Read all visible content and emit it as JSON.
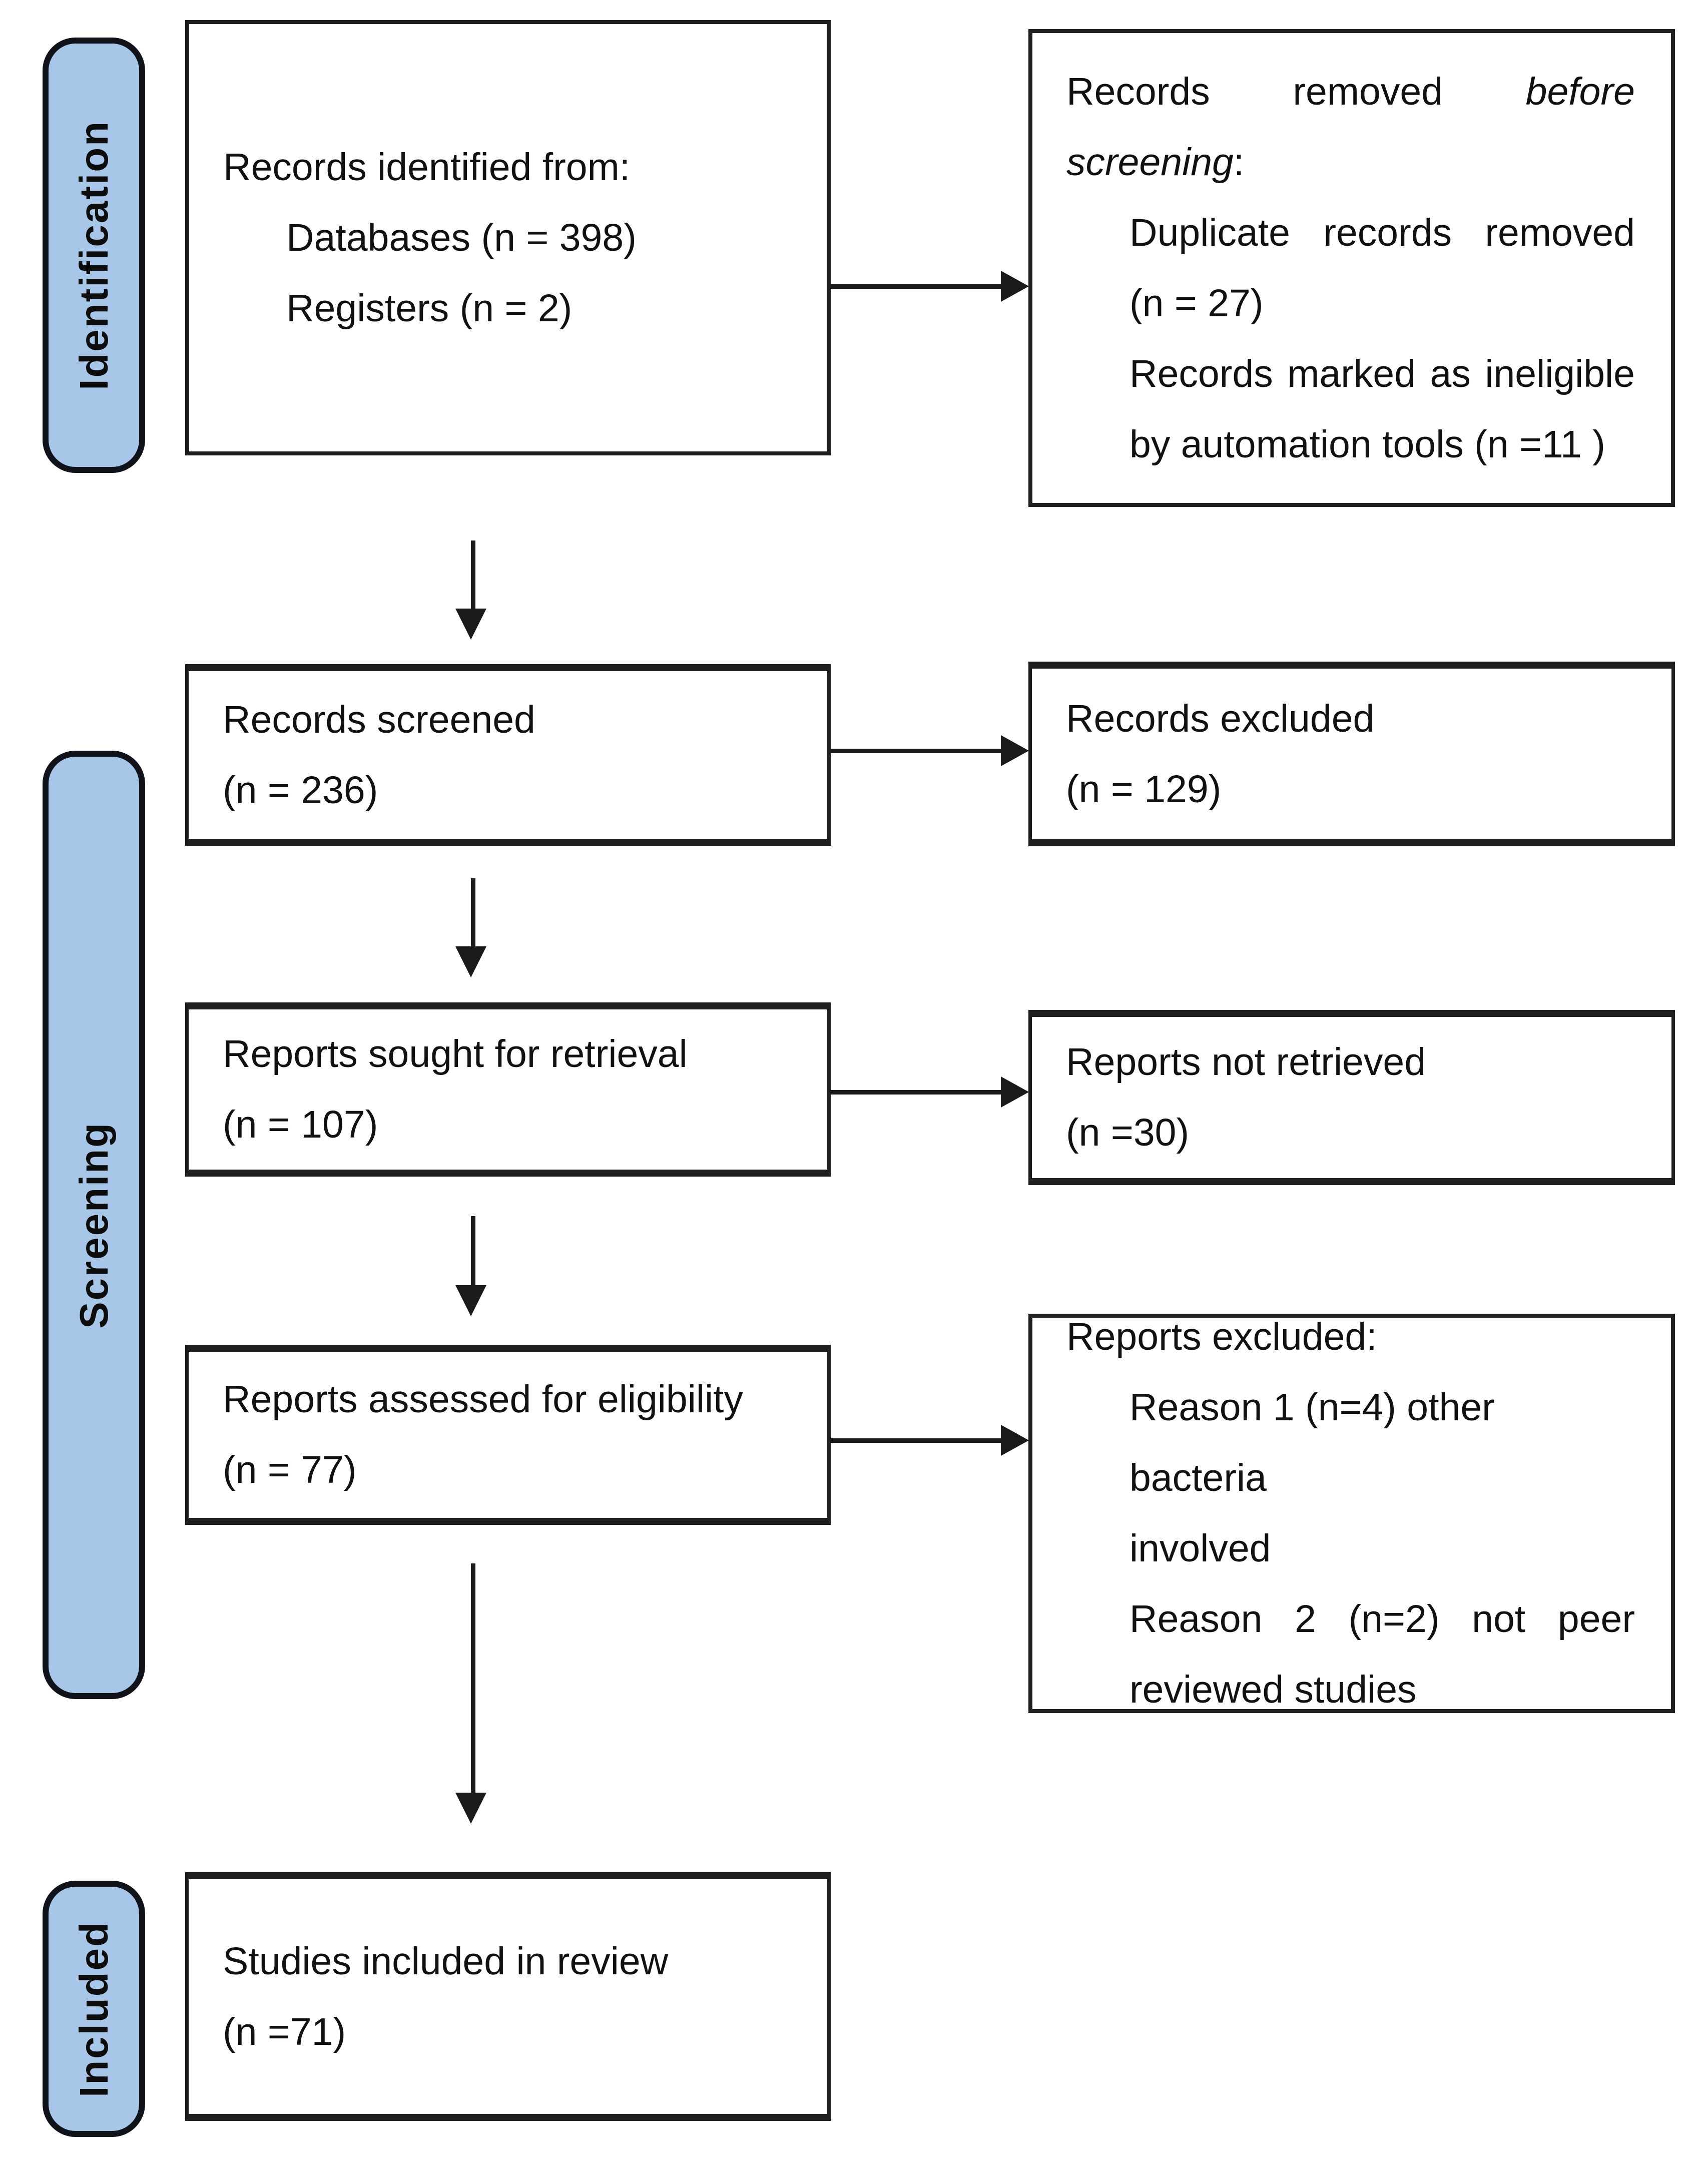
{
  "diagram_type": "PRISMA flow diagram",
  "colors": {
    "tab_fill": "#A7C6E8",
    "tab_border": "#10131A",
    "box_border": "#1F1F1F",
    "arrow": "#1A1A1A",
    "text": "#111111",
    "background": "#FFFFFF"
  },
  "stage_labels": {
    "identification": "Identification",
    "screening": "Screening",
    "included": "Included"
  },
  "boxes": {
    "records_identified": {
      "line1": "Records identified from:",
      "line2": "Databases (n = 398)",
      "line3": "Registers (n = 2)"
    },
    "records_removed": {
      "line1_plain": "Records removed",
      "line1_italic": "before",
      "line2_italic": "screening",
      "line2_plain": ":",
      "line3": "Duplicate records removed",
      "line4": "(n = 27)",
      "line5": "Records marked as ineligible",
      "line6": "by automation tools (n =11 )"
    },
    "records_screened": {
      "line1": "Records screened",
      "line2": "(n = 236)"
    },
    "records_excluded": {
      "line1": "Records excluded",
      "line2": "(n = 129)"
    },
    "reports_sought": {
      "line1": "Reports sought for retrieval",
      "line2": "(n = 107)"
    },
    "reports_not_retrieved": {
      "line1": "Reports not retrieved",
      "line2": "(n =30)"
    },
    "reports_assessed": {
      "line1": "Reports assessed for eligibility",
      "line2": "(n = 77)"
    },
    "reports_excluded": {
      "line1": "Reports excluded:",
      "line2": "Reason 1 (n=4) other bacteria",
      "line3": "involved",
      "line4": "Reason 2 (n=2) not peer",
      "line5": "reviewed studies"
    },
    "studies_included": {
      "line1": "Studies included in review",
      "line2": "(n =71)"
    }
  }
}
